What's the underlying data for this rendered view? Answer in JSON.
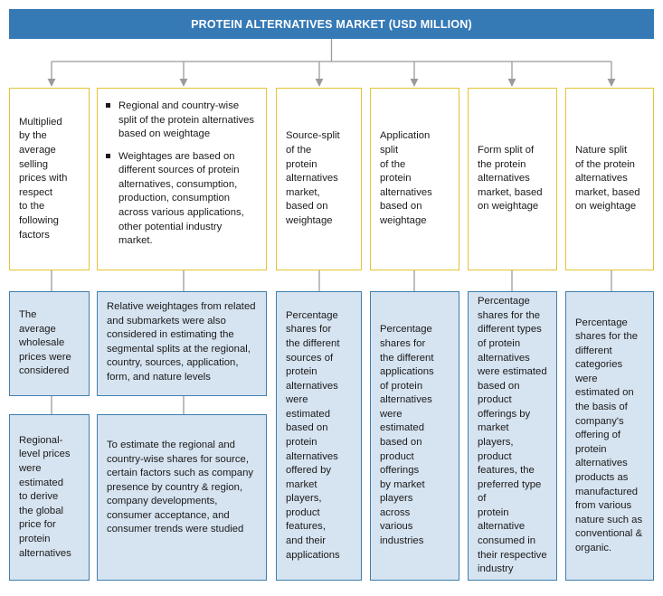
{
  "header": {
    "title": "PROTEIN ALTERNATIVES MARKET (USD MILLION)",
    "background_color": "#3579b5",
    "text_color": "#ffffff"
  },
  "colors": {
    "gold_border": "#e5c333",
    "blue_border": "#3e7fae",
    "blue_fill": "#d6e3f0",
    "connector": "#9a9a9a",
    "text": "#1a1a1a"
  },
  "columns": [
    {
      "id": "pricing",
      "top": {
        "type": "gold",
        "text": "Multiplied\nby the\naverage\nselling\nprices with\nrespect\nto the\nfollowing\nfactors"
      },
      "middle": {
        "type": "blue",
        "text": "The\naverage\nwholesale\nprices were\nconsidered"
      },
      "bottom": {
        "type": "blue",
        "text": "Regional-\nlevel prices\nwere\nestimated\nto derive\nthe global\nprice for\nprotein\nalternatives"
      }
    },
    {
      "id": "regional",
      "top": {
        "type": "gold",
        "bullets": [
          "Regional and country-wise split of the protein alternatives based on weightage",
          "Weightages are based on different sources of protein alternatives, consumption, production, consumption across various applications, other potential industry market."
        ]
      },
      "middle": {
        "type": "blue",
        "text": "Relative weightages from related and submarkets were also considered in estimating the segmental splits at the regional, country, sources, application, form, and nature levels"
      },
      "bottom": {
        "type": "blue",
        "text": "To estimate the regional and country-wise shares for source, certain factors such as company presence by country &  region, company developments, consumer acceptance, and consumer trends were studied"
      }
    },
    {
      "id": "source",
      "top": {
        "type": "gold",
        "text": "Source-split\nof the\nprotein\nalternatives\nmarket,\nbased on\nweightage"
      },
      "tall": {
        "type": "blue",
        "text": "Percentage\nshares for\nthe different\nsources of\nprotein\nalternatives\nwere\nestimated\nbased on\nprotein\nalternatives\noffered by\nmarket\nplayers,\nproduct\nfeatures,\nand their\napplications"
      }
    },
    {
      "id": "application",
      "top": {
        "type": "gold",
        "text": "Application\nsplit\nof the\nprotein\nalternatives\nbased on\nweightage"
      },
      "tall": {
        "type": "blue",
        "text": "Percentage\nshares for\nthe different\napplications\nof protein\nalternatives\nwere\nestimated\nbased on\nproduct\nofferings\nby market\nplayers\nacross\nvarious\nindustries"
      }
    },
    {
      "id": "form",
      "top": {
        "type": "gold",
        "text": "Form split of\nthe protein\nalternatives\nmarket, based\non weightage"
      },
      "tall": {
        "type": "blue",
        "text": "Percentage\nshares for the\ndifferent types\nof protein\nalternatives\nwere estimated\nbased on\nproduct\nofferings by\nmarket players,\nproduct\nfeatures, the\npreferred type of\nprotein\nalternative\nconsumed in\ntheir respective\nindustry"
      }
    },
    {
      "id": "nature",
      "top": {
        "type": "gold",
        "text": "Nature split\nof the protein\nalternatives\nmarket, based\non weightage"
      },
      "tall": {
        "type": "blue",
        "text": "Percentage\nshares for the\ndifferent\ncategories were\nestimated on\nthe basis of\ncompany's\noffering of\nprotein\nalternatives\nproducts as\nmanufactured\nfrom various\nnature such as\nconventional &\norganic."
      }
    }
  ]
}
